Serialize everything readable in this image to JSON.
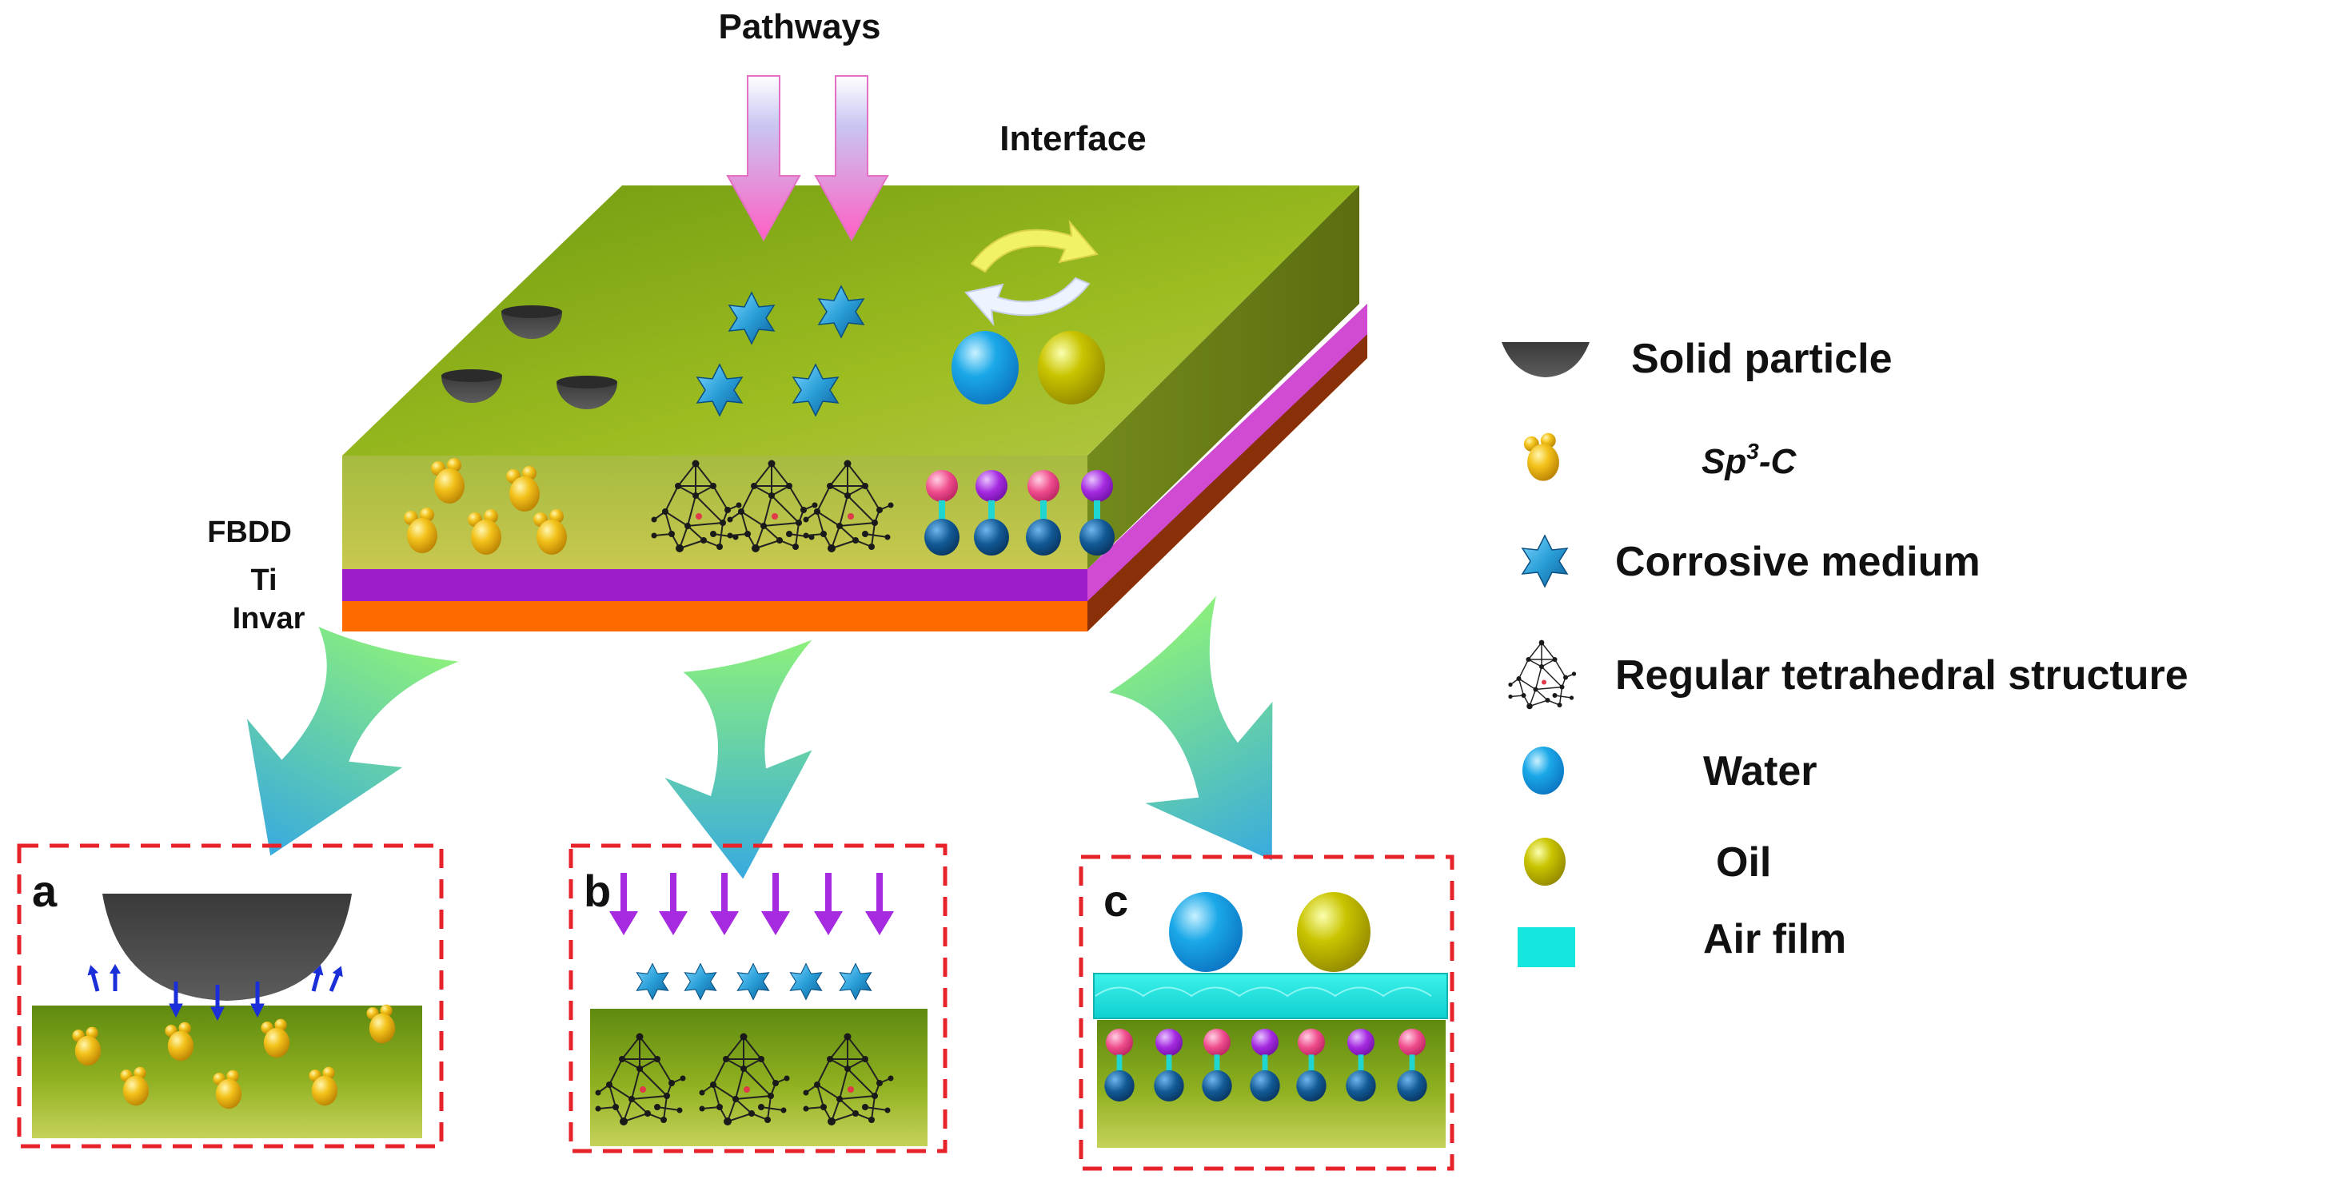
{
  "labels": {
    "pathways": "Pathways",
    "interface": "Interface",
    "fbdd": "FBDD",
    "ti": "Ti",
    "invar": "Invar"
  },
  "panels": [
    {
      "letter": "a"
    },
    {
      "letter": "b"
    },
    {
      "letter": "c"
    }
  ],
  "legend": {
    "items": [
      {
        "icon": "solid-particle-icon",
        "label": "Solid particle"
      },
      {
        "icon": "sp3-c-icon",
        "label_main": "Sp",
        "label_sup": "3",
        "label_tail": "-C"
      },
      {
        "icon": "corrosive-medium-icon",
        "label": "Corrosive medium"
      },
      {
        "icon": "tetrahedral-structure-icon",
        "label": "Regular tetrahedral structure"
      },
      {
        "icon": "water-droplet-icon",
        "label": "Water"
      },
      {
        "icon": "oil-droplet-icon",
        "label": "Oil"
      },
      {
        "icon": "air-film-icon",
        "label": "Air film"
      }
    ]
  },
  "colors": {
    "fbdd_top": "#8fb21c",
    "fbdd_side": "#9bb22e",
    "ti_layer": "#9b1ec8",
    "invar_layer": "#ff6a00",
    "water": "#1aa8e8",
    "oil": "#c9c400",
    "air_film": "#14e6e0",
    "pathway_arrow": "#ee6fd2",
    "corrosive": "#2a9fd8",
    "dash_box": "#e8222a",
    "pink_head": "#ef4d8d",
    "purple_head": "#a52ae0",
    "tail": "#0f4f86"
  }
}
